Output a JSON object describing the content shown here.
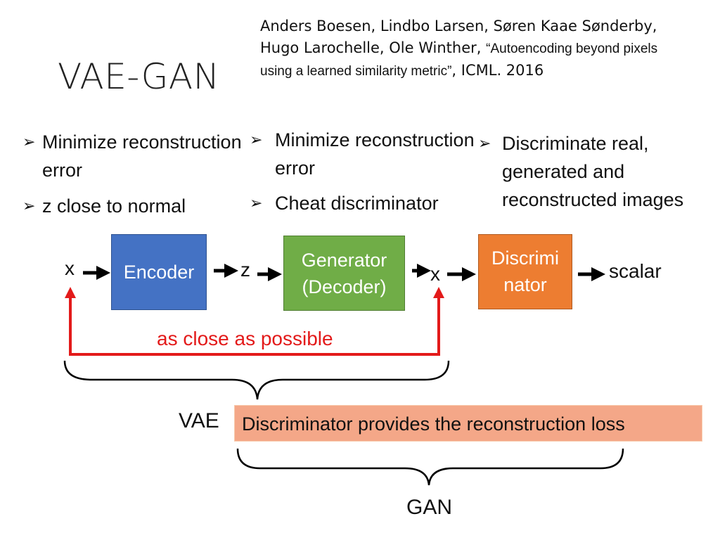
{
  "slide": {
    "title": "VAE-GAN",
    "citation": {
      "authors": "Anders Boesen, Lindbo Larsen, Søren Kaae Sønderby, Hugo Larochelle, Ole Winther,",
      "paper": "“Autoencoding beyond pixels using a learned similarity metric”",
      "venue": ", ICML. 2016"
    },
    "encoder_notes": [
      "Minimize reconstruction error",
      "z close to normal"
    ],
    "generator_notes": [
      "Minimize reconstruction error",
      "Cheat discriminator"
    ],
    "discriminator_notes": [
      "Discriminate real, generated and reconstructed images"
    ],
    "diagram": {
      "input_label": "x",
      "latent_label": "z",
      "recon_label": "x",
      "output_label": "scalar",
      "encoder_label": "Encoder",
      "generator_label": "Generator (Decoder)",
      "discriminator_label": "Discrimi nator",
      "feedback_label": "as close as possible",
      "vae_label": "VAE",
      "loss_label": "Discriminator provides the reconstruction loss",
      "gan_label": "GAN"
    },
    "colors": {
      "encoder": "#4472c4",
      "generator": "#70ad47",
      "discriminator": "#ed7d31",
      "loss_box": "#f4a788",
      "feedback": "#e31a1a"
    }
  }
}
